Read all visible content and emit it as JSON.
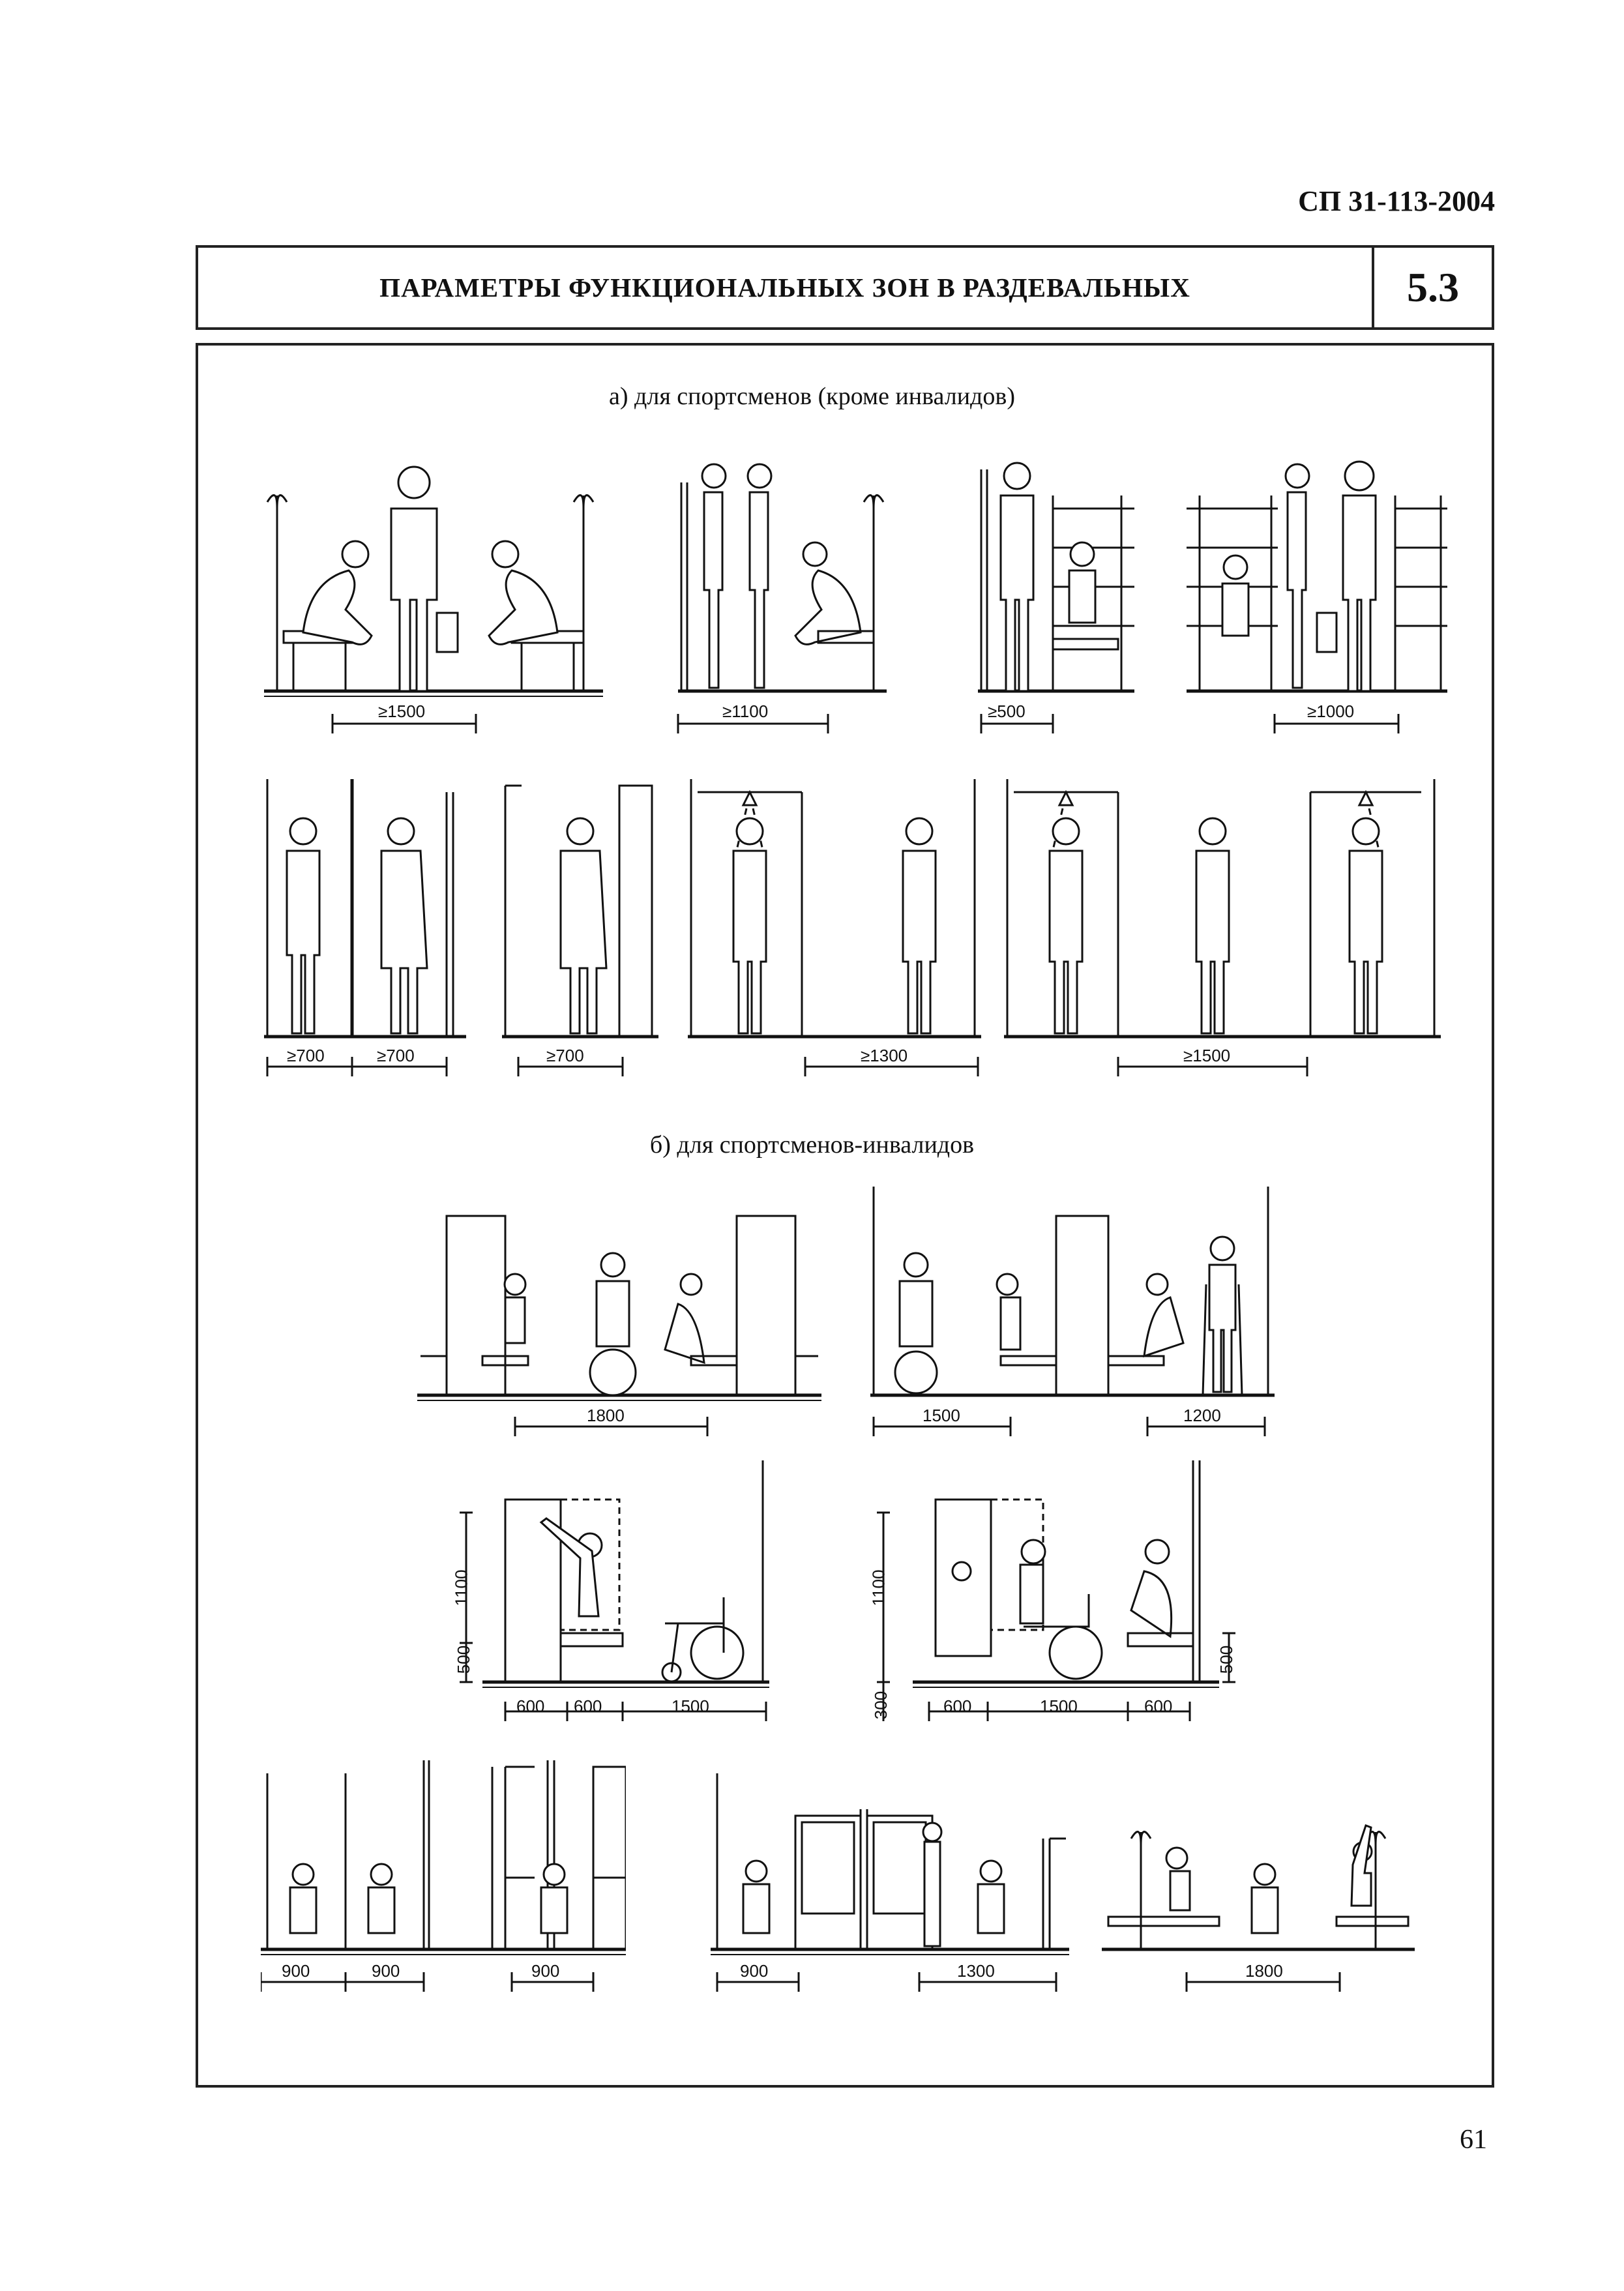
{
  "header": {
    "doc_code": "СП 31-113-2004",
    "title": "ПАРАМЕТРЫ ФУНКЦИОНАЛЬНЫХ ЗОН В РАЗДЕВАЛЬНЫХ",
    "section_number": "5.3"
  },
  "section_a": {
    "caption": "а) для спортсменов (кроме инвалидов)",
    "row1_dims": [
      "≥1500",
      "≥1100",
      "≥500",
      "≥1000"
    ],
    "row2_dims": [
      "≥700",
      "≥700",
      "≥700",
      "≥1300",
      "≥1500"
    ]
  },
  "section_b": {
    "caption": "б) для спортсменов-инвалидов",
    "row1_dims": [
      "1800",
      "1500",
      "1200"
    ],
    "row2_left_dims": [
      "600",
      "600",
      "1500"
    ],
    "row2_left_vdims": [
      "1100",
      "500"
    ],
    "row2_right_dims": [
      "600",
      "1500",
      "600"
    ],
    "row2_right_vdims": [
      "1100",
      "300",
      "500"
    ],
    "row3_dims": [
      "900",
      "900",
      "900",
      "900",
      "1300",
      "1800"
    ]
  },
  "page_number": "61"
}
